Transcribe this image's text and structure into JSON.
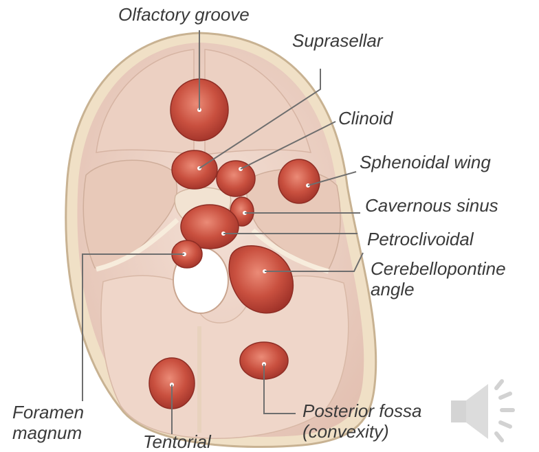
{
  "labels": {
    "olfactory_groove": "Olfactory groove",
    "suprasellar": "Suprasellar",
    "clinoid": "Clinoid",
    "sphenoidal_wing": "Sphenoidal wing",
    "cavernous_sinus": "Cavernous sinus",
    "petroclivoidal": "Petroclivoidal",
    "cerebellopontine_line1": "Cerebellopontine",
    "cerebellopontine_line2": "angle",
    "foramen_line1": "Foramen",
    "foramen_line2": "magnum",
    "tentorial": "Tentorial",
    "posterior_line1": "Posterior fossa",
    "posterior_line2": "(convexity)"
  },
  "icons": {
    "audio": "speaker-icon"
  },
  "colors": {
    "text": "#3a3a3a",
    "leader_line": "#6e6e6e",
    "skull_rim": "#ead7b8",
    "fossa": "#ecd1c4",
    "tumor": "#c0463a",
    "tumor_highlight": "#e5826f",
    "speaker": "#d9d9d9"
  }
}
